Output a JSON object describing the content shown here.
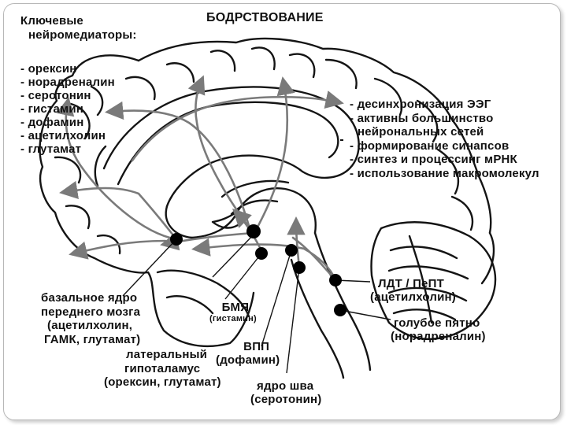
{
  "title": "БОДРСТВОВАНИЕ",
  "key_neuro": {
    "title_lines": [
      "Ключевые",
      "нейромедиаторы:"
    ],
    "items": [
      "- орексин",
      "- норадреналин",
      "- серотонин",
      "- гистамин",
      "- дофамин",
      "- ацетилхолин",
      "- глутамат"
    ]
  },
  "effects": [
    "- десинхронизация ЭЭГ",
    "- активны большинство",
    "нейрональных сетей",
    "- формирование синапсов",
    "- синтез и процессинг мРНК",
    "- использование макромолекул"
  ],
  "labels": {
    "basal": [
      "базальное ядро",
      "переднего мозга",
      "(ацетилхолин,",
      "ГАМК, глутамат)"
    ],
    "bmya": [
      "БМЯ",
      "(гистамин)"
    ],
    "lateral": [
      "латеральный",
      "гипоталамус",
      "(орексин, глутамат)"
    ],
    "vpp": [
      "ВПП",
      "(дофамин)"
    ],
    "raphe": [
      "ядро шва",
      "(серотонин)"
    ],
    "ldt": [
      "ЛДТ / ПеПТ",
      "(ацетилхолин)"
    ],
    "locus": [
      "голубое пятно",
      "(норадреналин)"
    ]
  },
  "colors": {
    "arrow": "#7a7a7a",
    "outline": "#141414",
    "nucleus": "#000000"
  }
}
